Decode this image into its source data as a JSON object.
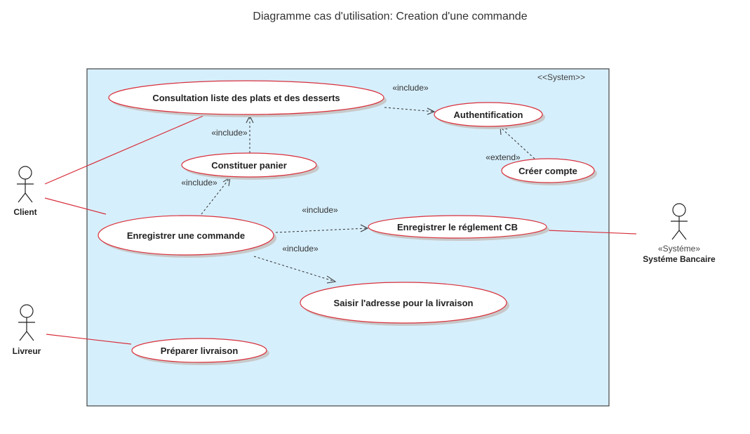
{
  "title": "Diagramme cas d'utilisation: Creation d'une commande",
  "system": {
    "label": "<<System>>",
    "fill": "#d6effc",
    "border": "#444444"
  },
  "colors": {
    "association": "#d8303c",
    "dependency": "#333333",
    "usecase_border": "#d8303c"
  },
  "actors": {
    "client": {
      "label": "Client"
    },
    "livreur": {
      "label": "Livreur"
    },
    "bank": {
      "stereotype": "«Systéme»",
      "label": "Systéme Bancaire"
    }
  },
  "use_cases": {
    "consultation": "Consultation liste des plats et des desserts",
    "authentification": "Authentification",
    "creer_compte": "Créer compte",
    "constituer_panier": "Constituer panier",
    "enregistrer_commande": "Enregistrer une commande",
    "enregistrer_reglement": "Enregistrer le réglement CB",
    "saisir_adresse": "Saisir l'adresse pour la livraison",
    "preparer_livraison": "Préparer livraison"
  },
  "relations": {
    "consultation_auth": "«include»",
    "panier_consultation": "«include»",
    "compte_auth": "«extend»",
    "commande_panier": "«include»",
    "commande_reglement": "«include»",
    "commande_adresse": "«include»"
  }
}
